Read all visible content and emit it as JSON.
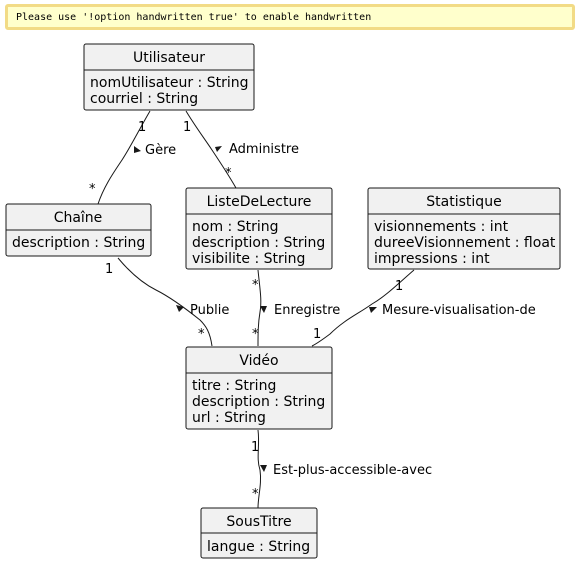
{
  "banner": {
    "text": "Please use '!option handwritten true' to enable handwritten"
  },
  "classes": {
    "utilisateur": {
      "name": "Utilisateur",
      "attrs": [
        "nomUtilisateur : String",
        "courriel : String"
      ]
    },
    "chaine": {
      "name": "Chaîne",
      "attrs": [
        "description : String"
      ]
    },
    "liste": {
      "name": "ListeDeLecture",
      "attrs": [
        "nom : String",
        "description : String",
        "visibilite : String"
      ]
    },
    "statistique": {
      "name": "Statistique",
      "attrs": [
        "visionnements : int",
        "dureeVisionnement : float",
        "impressions : int"
      ]
    },
    "video": {
      "name": "Vidéo",
      "attrs": [
        "titre : String",
        "description : String",
        "url : String"
      ]
    },
    "soustitre": {
      "name": "SousTitre",
      "attrs": [
        "langue : String"
      ]
    }
  },
  "relations": {
    "gere": {
      "label": "Gère",
      "from_mult": "1",
      "to_mult": "*"
    },
    "administre": {
      "label": "Administre",
      "from_mult": "1",
      "to_mult": "*"
    },
    "publie": {
      "label": "Publie",
      "from_mult": "1",
      "to_mult": "*"
    },
    "enregistre": {
      "label": "Enregistre",
      "from_mult": "*",
      "to_mult": "*"
    },
    "mesure": {
      "label": "Mesure-visualisation-de",
      "from_mult": "1",
      "to_mult": "1"
    },
    "accessible": {
      "label": "Est-plus-accessible-avec",
      "from_mult": "1",
      "to_mult": "*"
    }
  },
  "colors": {
    "class_fill": "#f1f1f1",
    "class_border": "#181818",
    "banner_fill": "#ffffcc",
    "banner_border": "#f2db86"
  }
}
